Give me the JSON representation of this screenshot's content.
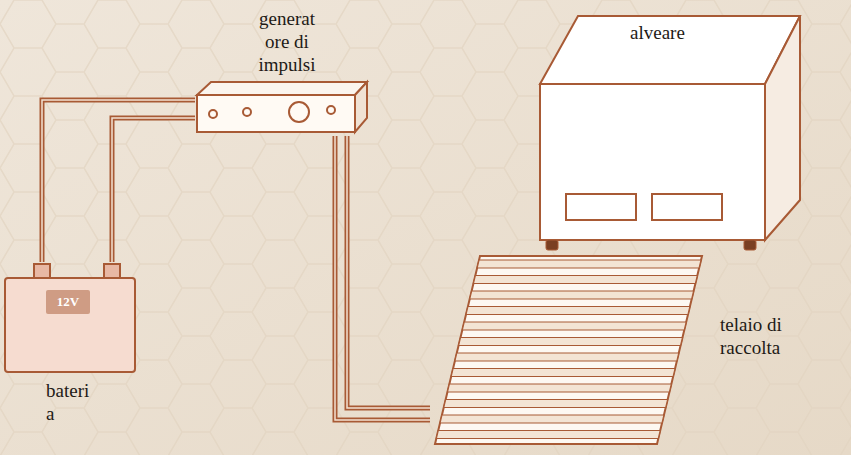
{
  "diagram": {
    "nodes": [
      {
        "text": [
          "generat ore di impulsi"
        ]
      },
      {
        "text": [
          "alveare"
        ]
      },
      {
        "text": [
          "12V",
          "bateri a"
        ]
      },
      {
        "text": [
          "telaio di raccolta"
        ]
      }
    ],
    "edges": [
      {
        "from": 2,
        "to": 0,
        "arrow": "none"
      },
      {
        "from": 2,
        "to": 0,
        "arrow": "none"
      },
      {
        "from": 0,
        "to": 3,
        "arrow": "none"
      },
      {
        "from": 0,
        "to": 3,
        "arrow": "none"
      }
    ]
  }
}
